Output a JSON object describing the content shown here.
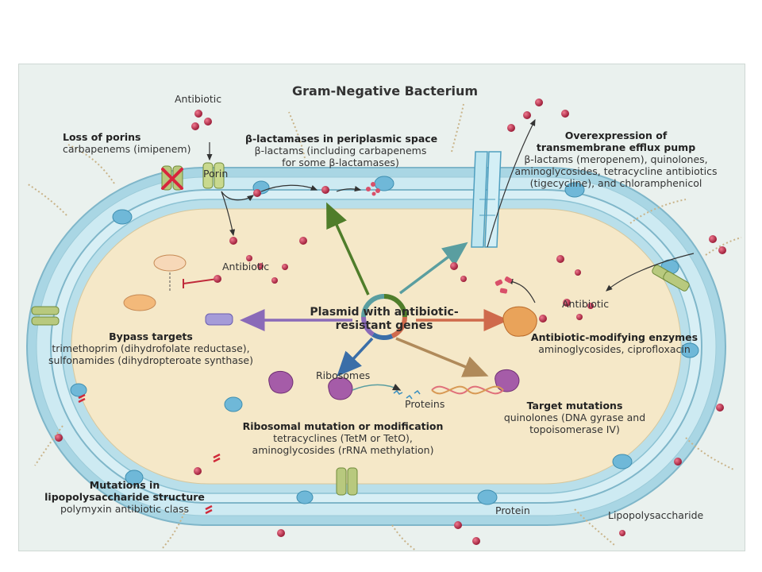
{
  "title": "Gram-Negative Bacterium",
  "center_label": {
    "line1": "Plasmid with antibiotic-",
    "line2": "resistant genes"
  },
  "labels": {
    "antibiotic_top": "Antibiotic",
    "porin": "Porin",
    "antibiotic_inner": "Antibiotic",
    "antibiotic_right": "Antibiotic",
    "ribosomes": "Ribosomes",
    "proteins": "Proteins",
    "protein": "Protein",
    "lipopolysaccharide": "Lipopolysaccharide"
  },
  "loss_of_porins": {
    "heading": "Loss of porins",
    "line1": "carbapenems (imipenem)"
  },
  "beta_lactamases": {
    "heading": "β-lactamases in periplasmic space",
    "line1": "β-lactams (including carbapenems",
    "line2": "for some β-lactamases)"
  },
  "efflux": {
    "heading1": "Overexpression of",
    "heading2": "transmembrane efflux pump",
    "line1": "β-lactams (meropenem), quinolones,",
    "line2": "aminoglycosides, tetracycline antibiotics",
    "line3": "(tigecycline), and chloramphenicol"
  },
  "bypass": {
    "heading": "Bypass targets",
    "line1": "trimethoprim (dihydrofolate reductase),",
    "line2": "sulfonamides (dihydropteroate synthase)"
  },
  "modifying": {
    "heading": "Antibiotic-modifying enzymes",
    "line1": "aminoglycosides, ciprofloxacin"
  },
  "ribosomal": {
    "heading": "Ribosomal mutation or modification",
    "line1": "tetracyclines (TetM or TetO),",
    "line2": "aminoglycosides (rRNA methylation)"
  },
  "target_mut": {
    "heading": "Target mutations",
    "line1": "quinolones (DNA gyrase and",
    "line2": "topoisomerase IV)"
  },
  "lps_mut": {
    "heading1": "Mutations in",
    "heading2": "lipopolysaccharide structure",
    "line1": "polymyxin antibiotic class"
  },
  "colors": {
    "membrane_outer": "#a9d6e4",
    "membrane_inner": "#d4edf3",
    "cytoplasm": "#f5e8c8",
    "antibiotic": "#b52a45",
    "arrow_green": "#4f7d2a",
    "arrow_teal": "#5a9ea0",
    "arrow_purple": "#8a6ab8",
    "arrow_red": "#cf6a4c",
    "arrow_blue": "#3a6ea8",
    "arrow_tan": "#b08a5a",
    "porin": "#b8c97e",
    "protein": "#6fb8d8",
    "enzyme": "#e9a35a",
    "ribosome": "#a55ca8"
  }
}
